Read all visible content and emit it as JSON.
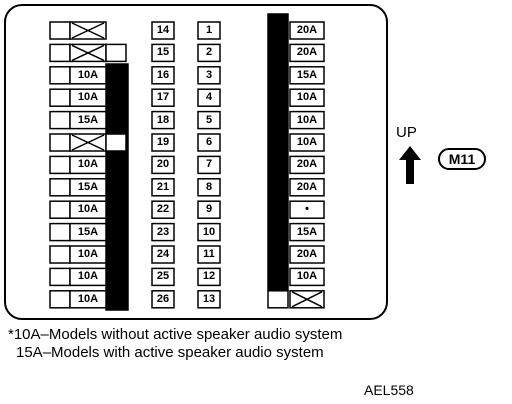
{
  "fuse_box": {
    "left_block": [
      "X",
      "X",
      "10A",
      "10A",
      "15A",
      "X",
      "10A",
      "15A",
      "10A",
      "15A",
      "10A",
      "10A",
      "10A"
    ],
    "column_a": [
      "14",
      "15",
      "16",
      "17",
      "18",
      "19",
      "20",
      "21",
      "22",
      "23",
      "24",
      "25",
      "26"
    ],
    "column_b": [
      "1",
      "2",
      "3",
      "4",
      "5",
      "6",
      "7",
      "8",
      "9",
      "10",
      "11",
      "12",
      "13"
    ],
    "right_block": [
      "20A",
      "20A",
      "15A",
      "10A",
      "10A",
      "10A",
      "20A",
      "20A",
      "•",
      "15A",
      "20A",
      "10A",
      "X"
    ]
  },
  "orientation": {
    "up_label": "UP",
    "connector": "M11"
  },
  "notes": {
    "line1": "*10A–Models without active speaker audio system",
    "line2": "15A–Models with active speaker audio system"
  },
  "diagram_code": "AEL558"
}
